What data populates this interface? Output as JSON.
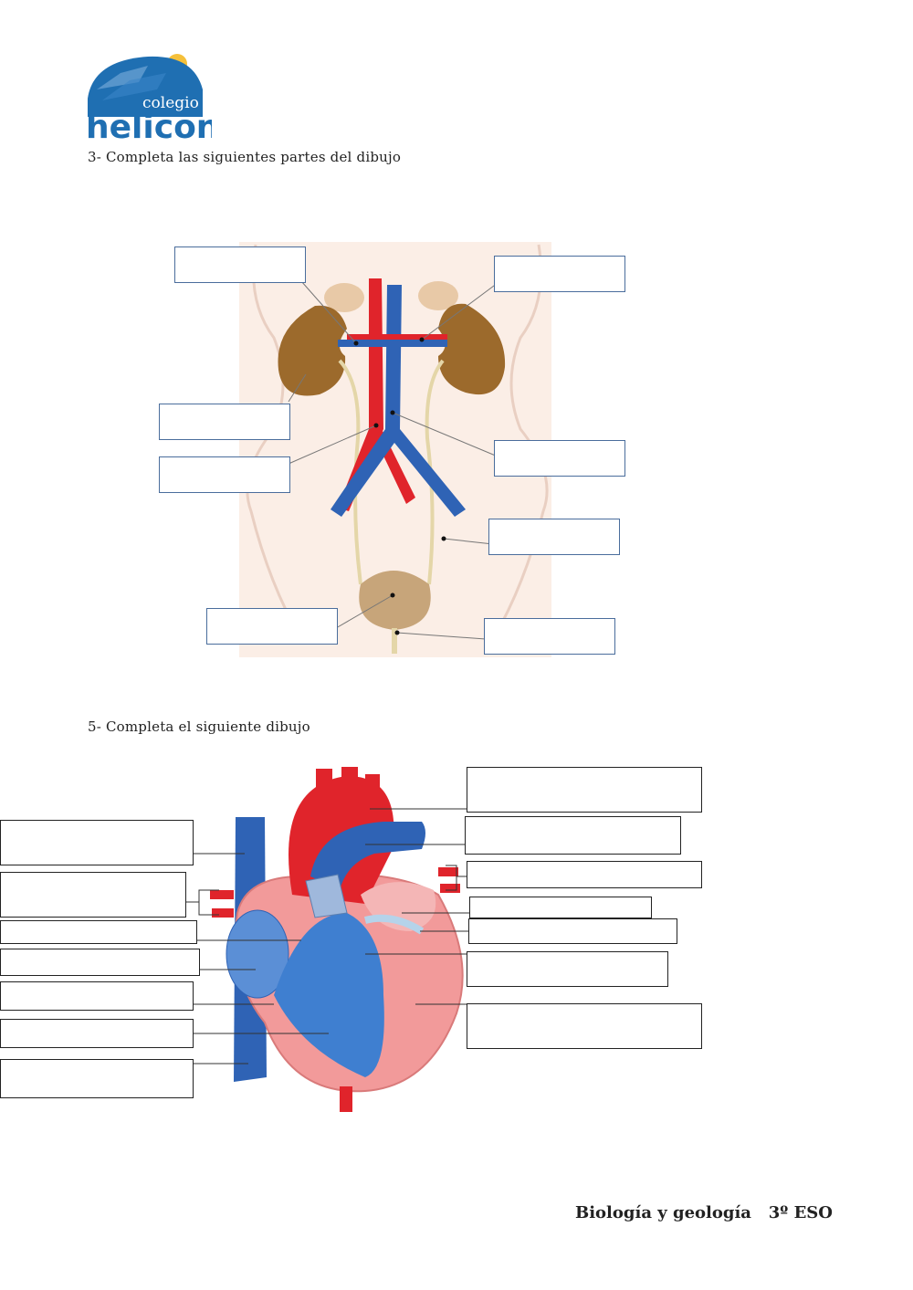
{
  "logo": {
    "line1": "colegio",
    "line2": "helicon",
    "colors": {
      "blue": "#1f6fb2",
      "sun": "#f5c03a"
    }
  },
  "exercise3": {
    "instruction": "3- Completa las siguientes partes del dibujo"
  },
  "exercise5": {
    "instruction": "5- Completa el siguiente dibujo"
  },
  "footer": {
    "subject": "Biología y geología",
    "grade": "3º ESO"
  },
  "colors": {
    "artery": "#e0242b",
    "vein": "#2f63b5",
    "kidney": "#9c6a2c",
    "bladder": "#c7a57a",
    "heart": "#f29a9a"
  }
}
